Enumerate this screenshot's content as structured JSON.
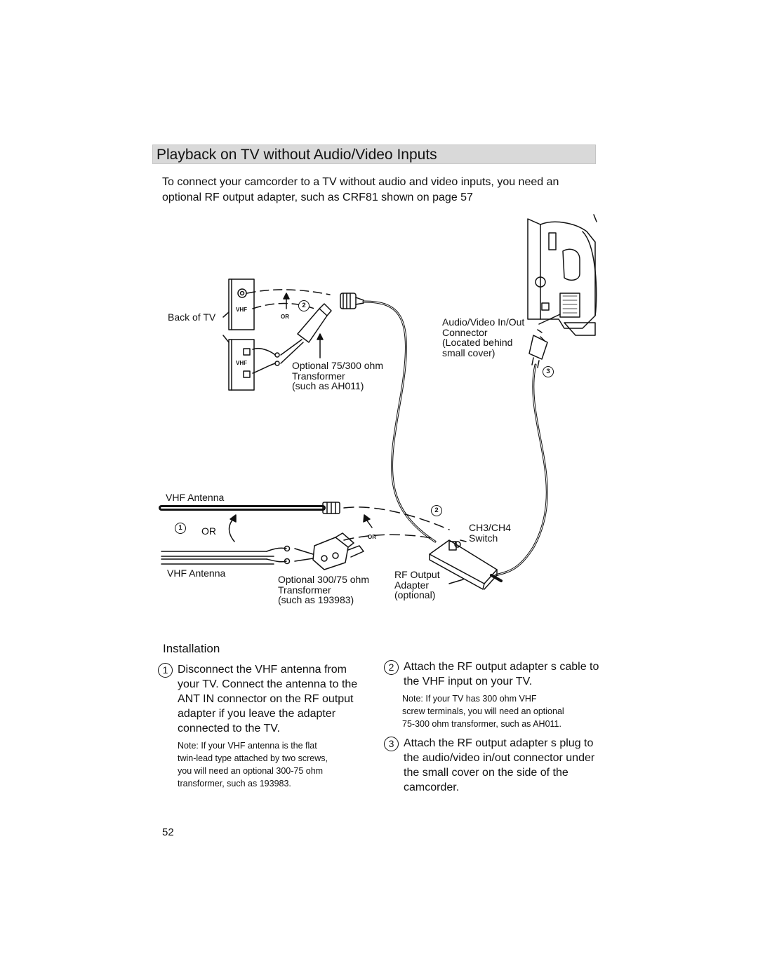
{
  "section_title": "Playback on TV without Audio/Video Inputs",
  "intro_lines": [
    "To connect your camcorder to a TV without audio and video inputs, you need an",
    "optional RF output adapter, such as CRF81 shown on page 57"
  ],
  "diagram_labels": {
    "back_of_tv": "Back of TV",
    "vhf_plate": "VHF",
    "or": "OR",
    "transformer_75_300": [
      "Optional 75/300 ohm",
      "Transformer",
      "(such as AH011)"
    ],
    "av_connector": [
      "Audio/Video In/Out",
      "Connector",
      "(Located behind",
      "small cover)"
    ],
    "vhf_antenna": "VHF Antenna",
    "ch_switch": [
      "CH3/CH4",
      "Switch"
    ],
    "transformer_300_75": [
      "Optional 300/75 ohm",
      "Transformer",
      "(such as 193983)"
    ],
    "rf_output_adapter": [
      "RF Output",
      "Adapter",
      "(optional)"
    ],
    "callout_1": "1",
    "callout_2": "2",
    "callout_3": "3"
  },
  "installation": {
    "heading": "Installation",
    "steps": [
      {
        "number": "1",
        "lines": [
          "Disconnect the VHF antenna from",
          "your TV.  Connect the antenna to the",
          "ANT IN connector on the RF output",
          "adapter if you leave the adapter",
          "connected to the TV."
        ],
        "note_lines": [
          "Note:  If your VHF antenna is the flat",
          "twin-lead type attached by two screws,",
          "you will need an optional 300-75 ohm",
          "transformer, such as 193983."
        ]
      },
      {
        "number": "2",
        "lines": [
          "Attach the RF output adapter s cable to",
          "the VHF input on your TV."
        ],
        "note_lines": [
          "Note:  If your TV has 300 ohm VHF",
          "screw terminals, you will need an optional",
          "75-300 ohm transformer, such as AH011."
        ]
      },
      {
        "number": "3",
        "lines": [
          "Attach the RF output adapter s plug to",
          "the audio/video in/out connector under",
          "the small cover on the side of the",
          "camcorder."
        ],
        "note_lines": []
      }
    ]
  },
  "page_number": "52"
}
